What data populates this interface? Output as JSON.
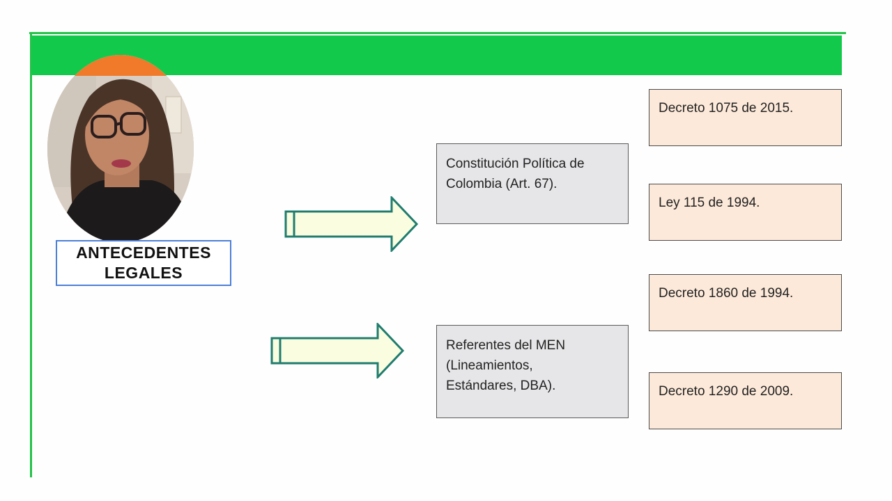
{
  "title": {
    "line1": "ANTECEDENTES",
    "line2": "LEGALES"
  },
  "sources": [
    {
      "text": "Constitución Política de\nColombia (Art. 67)."
    },
    {
      "text": "Referentes del MEN\n(Lineamientos,\nEstándares, DBA)."
    }
  ],
  "decrees": [
    {
      "text": "Decreto 1075 de 2015."
    },
    {
      "text": "Ley 115 de 1994."
    },
    {
      "text": "Decreto 1860 de 1994."
    },
    {
      "text": "Decreto 1290 de 2009."
    }
  ],
  "colors": {
    "header_green": "#12c94c",
    "gray_box": "#e6e6e8",
    "peach_box": "#fde9d9",
    "arrow_fill": "#fbfde0",
    "arrow_stroke": "#1f7d6e",
    "title_border": "#4c7fd8"
  },
  "icons": {
    "webcam": "presenter-webcam-overlay",
    "arrow": "right-block-arrow"
  }
}
